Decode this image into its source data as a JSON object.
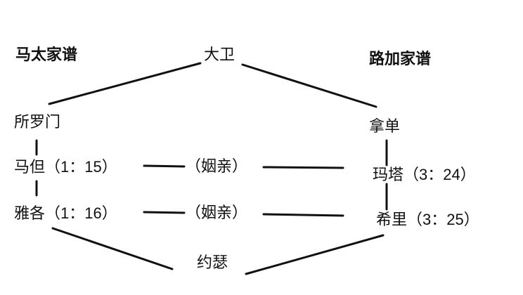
{
  "titles": {
    "matthew": "马太家谱",
    "luke": "路加家谱"
  },
  "nodes": {
    "david": "大卫",
    "solomon": "所罗门",
    "matthan": "马但（1：15）",
    "jacob": "雅各（1：16）",
    "nathan": "拿单",
    "matthat": "玛塔（3：24）",
    "heli": "希里（3：25）",
    "joseph": "约瑟"
  },
  "relations": {
    "upper": "（姻亲）",
    "lower": "（姻亲）"
  }
}
